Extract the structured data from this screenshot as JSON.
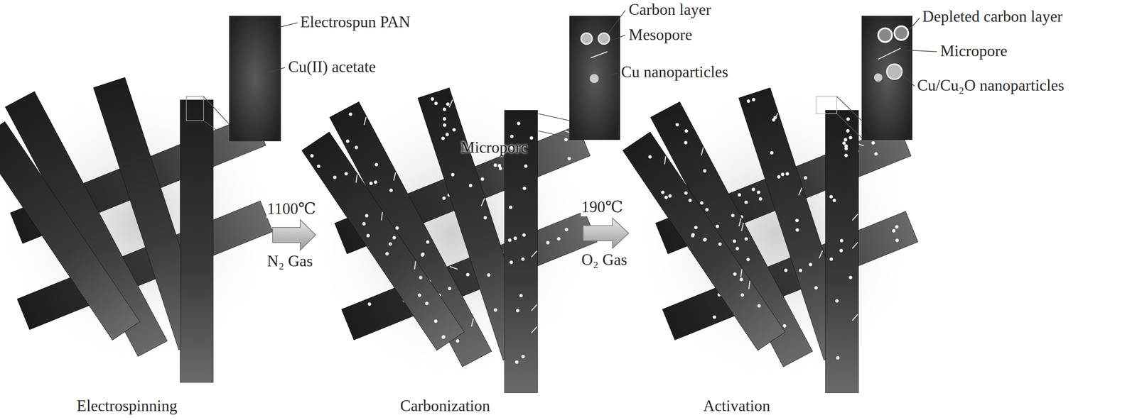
{
  "diagram": {
    "labels": [
      "Electrospun PAN",
      "Cu(II) acetate",
      "Carbon layer",
      "Mesopore",
      "Cu nanoparticles",
      "Microporc",
      "Depleted carbon layer",
      "Micropore",
      "Cu/Cu₂O nanoparticles",
      "1100℃",
      "N₂ Gas",
      "190℃",
      "O₂ Gas",
      "Electrospinning",
      "Carbonization",
      "Activation"
    ]
  }
}
